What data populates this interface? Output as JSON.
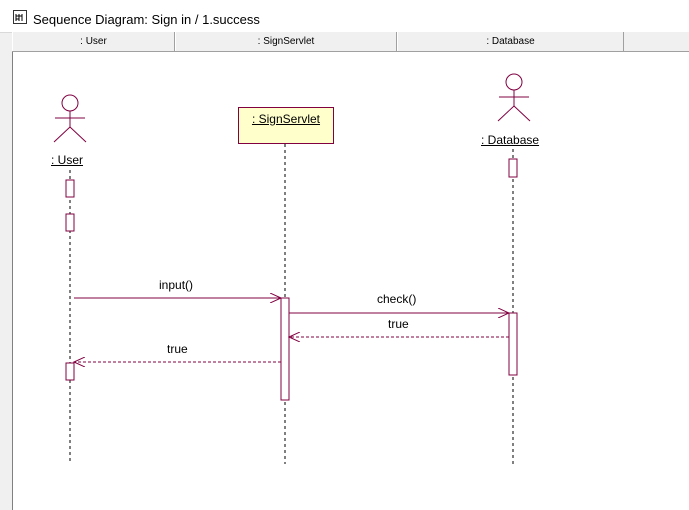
{
  "window": {
    "title": "Sequence Diagram: Sign in / 1.success"
  },
  "columns": [
    {
      "label": ": User"
    },
    {
      "label": ": SignServlet"
    },
    {
      "label": ": Database"
    }
  ],
  "diagram": {
    "objects": {
      "user": ": User",
      "servlet": ": SignServlet",
      "database": ": Database"
    },
    "messages": {
      "input": "input()",
      "check": "check()",
      "db_return": "true",
      "servlet_return": "true"
    },
    "colors": {
      "line": "#800040",
      "servlet_fill": "#ffffcc"
    }
  }
}
